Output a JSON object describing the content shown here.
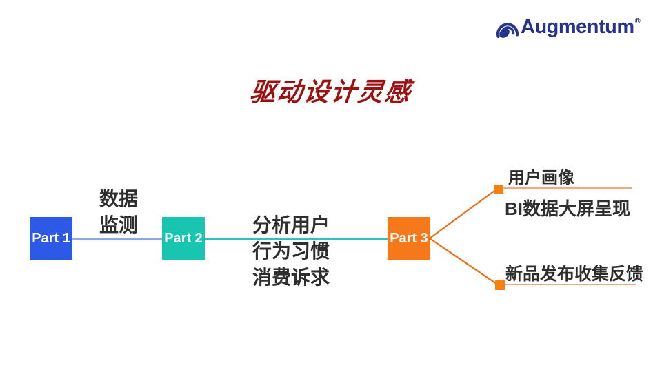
{
  "slide": {
    "background_color": "#FFFFFF"
  },
  "logo": {
    "brand": "Augmentum",
    "registered_mark": "®",
    "color": "#27348B"
  },
  "title": {
    "text": "驱动设计灵感",
    "color": "#9E1111"
  },
  "flow": {
    "text_color": "#2E2E2E",
    "parts": [
      {
        "label": "Part 1",
        "color": "#2C59E6"
      },
      {
        "label": "Part 2",
        "color": "#18C5B1"
      },
      {
        "label": "Part 3",
        "color": "#F5791B"
      }
    ],
    "connector_colors": [
      "#90A8E0",
      "#2BC5BE"
    ],
    "edge_labels": [
      {
        "lines": [
          "数据",
          "监测"
        ]
      },
      {
        "lines": [
          "分析用户",
          "行为习惯",
          "消费诉求"
        ]
      }
    ]
  },
  "branches": {
    "diagonal_color": "#EE6A11",
    "marker_color": "#F68011",
    "underline_color": "#F2A878",
    "top_labels": [
      "用户画像",
      "BI数据大屏呈现"
    ],
    "bottom_labels": [
      "新品发布收集反馈"
    ]
  }
}
